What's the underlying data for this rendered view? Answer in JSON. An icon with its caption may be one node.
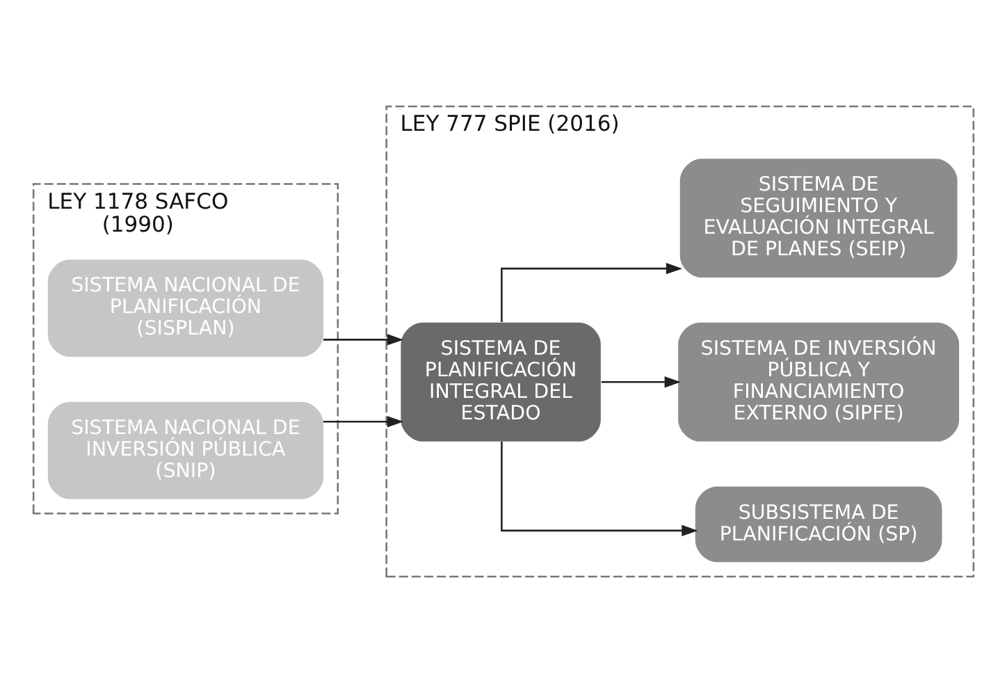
{
  "diagram": {
    "nodes": [
      {
        "text": [
          "LEY 1178 SAFCO (1990)"
        ]
      },
      {
        "text": [
          "SISTEMA NACIONAL DE PLANIFICACIÓN (SISPLAN)"
        ],
        "in": 0
      },
      {
        "text": [
          "SISTEMA NACIONAL DE INVERSIÓN PÚBLICA (SNIP)"
        ],
        "in": 0
      },
      {
        "text": [
          "LEY 777 SPIE (2016)"
        ]
      },
      {
        "text": [
          "SISTEMA DE PLANIFICACIÓN INTEGRAL DEL ESTADO"
        ],
        "in": 3
      },
      {
        "text": [
          "SUBSISTEMA DE PLANIFICACIÓN (SP)"
        ],
        "in": 3
      },
      {
        "text": [
          "SISTEMA DE INVERSIÓN PÚBLICA Y FINANCIAMIENTO EXTERNO (SIPFE)"
        ],
        "in": 3
      },
      {
        "text": [
          "SISTEMA DE SEGUIMIENTO Y EVALUACIÓN INTEGRAL DE PLANES (SEIP)"
        ],
        "in": 3
      }
    ],
    "edges": [
      {
        "from": 1,
        "to": 4,
        "arrow": "to"
      },
      {
        "from": 2,
        "to": 4,
        "arrow": "to"
      },
      {
        "from": 4,
        "to": 5,
        "arrow": "to"
      },
      {
        "from": 4,
        "to": 6,
        "arrow": "to"
      },
      {
        "from": 4,
        "to": 7,
        "arrow": "to"
      }
    ]
  }
}
